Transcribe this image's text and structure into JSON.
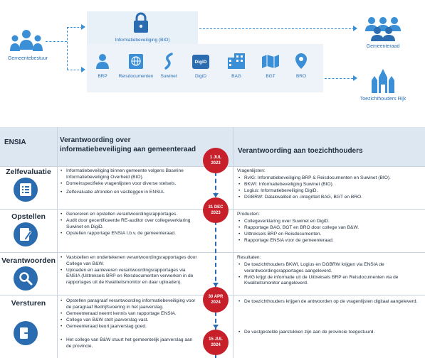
{
  "diagram": {
    "left_actor": "Gemeentebestuur",
    "security_node": "Informatiebeveiliging (BIO)",
    "systems": [
      "BRP",
      "Reisdocumenten",
      "Suwinet",
      "DigiD",
      "BAG",
      "BGT",
      "BRO"
    ],
    "digid_badge": "DigiD",
    "right_actor_top": "Gemeenteraad",
    "right_actor_bottom": "Toezichthouders Rijk"
  },
  "table": {
    "header": {
      "col1": "ENSIA",
      "col2": "Verantwoording over informatiebeveiliging aan gemeenteraad",
      "col3": "Verantwoording aan toezichthouders"
    },
    "dates": [
      {
        "day": "1 JUL",
        "year": "2023"
      },
      {
        "day": "31 DEC",
        "year": "2023"
      },
      {
        "day": "30 APR",
        "year": "2024"
      },
      {
        "day": "15 JUL",
        "year": "2024"
      }
    ],
    "rows": [
      {
        "title": "Zelfevaluatie",
        "icon": "checklist-icon",
        "left": [
          "Informatiebeveiliging binnen gemeente volgens Baseline Informatiebeveiliging Overheid (BIO).",
          "Domeinspecifieke vragenlijsten voor diverse stelsels.",
          "Zelfevaluatie afronden en vastleggen in ENSIA."
        ],
        "right_intro": "Vragenlijsten:",
        "right": [
          "RvIG: Informatiebeveiliging BRP & Reisdocumenten en Suwinet (BIO).",
          "BKWI: Informatiebeveiliging Suwinet (BIO).",
          "Logius: Informatiebeveiliging DigiD.",
          "DGBRW: Datakwaliteit en -integriteit BAG, BGT en BRO."
        ]
      },
      {
        "title": "Opstellen",
        "icon": "edit-document-icon",
        "left": [
          "Genereren en opstellen verantwoordingsrapportages.",
          "Audit door gecertificeerde RE-auditor over collegeverklaring Suwinet en DigiD.",
          "Opstellen rapportage ENSIA t.b.v. de gemeenteraad."
        ],
        "right_intro": "Producten:",
        "right": [
          "Collegeverklaring over Suwinet en DigiD.",
          "Rapportage BAG, BGT en BRO door college van B&W.",
          "Uittreksels BRP en Reisdocumenten.",
          "Rapportage ENSIA voor de gemeenteraad."
        ]
      },
      {
        "title": "Verantwoorden",
        "icon": "magnifier-icon",
        "left": [
          "Vaststellen en ondertekenen verantwoordingsrapportages door College van B&W.",
          "Uploaden en aanleveren verantwoordingsrapportages via ENSIA (Uittreksels BRP en Reisdocumenten verwerken in de rapportages uit de Kwaliteitsmonitor en daar uploaden)."
        ],
        "right_intro": "Resultaten:",
        "right": [
          "De toezichthouders BKWI, Logius en DGBRW krijgen via ENSIA de verantwoordingsrapportages aangeleverd.",
          "RvIG krijgt de informatie uit de Uittreksels BRP en Reisdocumenten via de Kwaliteitsmonitor aangeleverd."
        ]
      },
      {
        "title": "Versturen",
        "icon": "send-icon",
        "left": [
          "Opstellen paragraaf verantwoording informatiebeveiliging voor de paragraaf Bedrijfsvoering in het jaarverslag.",
          "Gemeenteraad neemt kennis van rapportage ENSIA.",
          "College van B&W stelt jaarverslag vast.",
          "Gemeenteraad keurt jaarverslag goed.",
          "Het college van B&W stuurt het gemeentelijk jaarverslag aan de provincie."
        ],
        "right": [
          "De toezichthouders krijgen de antwoorden op de vragenlijsten digitaal aangeleverd.",
          "De vastgestelde jaarstukken zijn aan de provincie toegestuurd."
        ]
      }
    ]
  },
  "colors": {
    "accent_blue": "#2b6cb0",
    "light_blue": "#3b8fd6",
    "header_bg": "#dde7f1",
    "date_red": "#c8202a"
  }
}
